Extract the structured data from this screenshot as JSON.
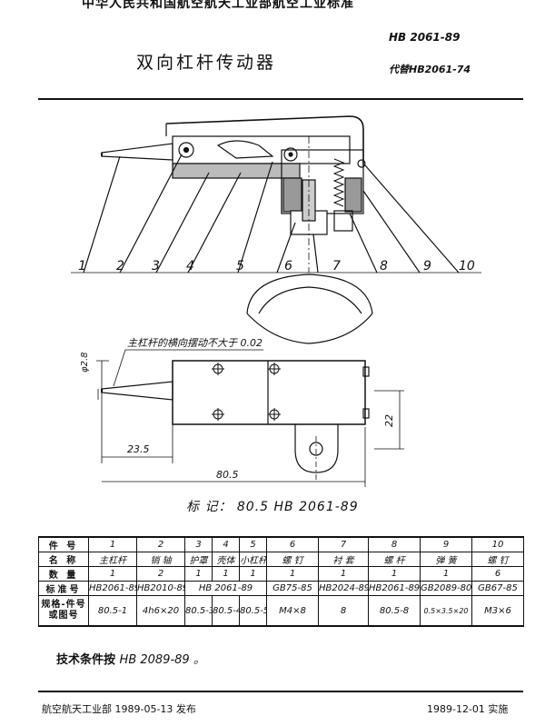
{
  "header": {
    "top": "中华人民共和国航空航天工业部航空工业标准",
    "title": "双向杠杆传动器",
    "standard_no": "HB 2061-89",
    "replaces": "代替HB2061-74"
  },
  "drawing": {
    "callouts": [
      "1",
      "2",
      "3",
      "4",
      "5",
      "6",
      "7",
      "8",
      "9",
      "10"
    ],
    "note": "主杠杆的横向摆动不大于 0.02",
    "dim_diameter": "φ2.8",
    "dim_235": "23.5",
    "dim_805": "80.5",
    "dim_22": "22"
  },
  "marking": "标 记：  80.5   HB 2061-89",
  "table": {
    "headers": {
      "part_no": "件 号",
      "name": "名 称",
      "qty": "数 量",
      "std": "标准号",
      "spec": "规格-件号或图号"
    },
    "cols": [
      {
        "no": "1",
        "name": "主杠杆",
        "qty": "1",
        "std": "HB2061-89",
        "spec": "80.5-1"
      },
      {
        "no": "2",
        "name": "销 轴",
        "qty": "2",
        "std": "HB2010-89",
        "spec": "4h6×20"
      },
      {
        "no": "3",
        "name": "护罩",
        "qty": "1",
        "std": "",
        "spec": "80.5-3"
      },
      {
        "no": "4",
        "name": "壳体",
        "qty": "1",
        "std": "",
        "spec": "80.5-4"
      },
      {
        "no": "5",
        "name": "小杠杆",
        "qty": "1",
        "std": "",
        "spec": "80.5-5"
      },
      {
        "no": "6",
        "name": "螺 钉",
        "qty": "1",
        "std": "GB75-85",
        "spec": "M4×8"
      },
      {
        "no": "7",
        "name": "衬 套",
        "qty": "1",
        "std": "HB2024-89",
        "spec": "8"
      },
      {
        "no": "8",
        "name": "螺 杆",
        "qty": "1",
        "std": "HB2061-89",
        "spec": "80.5-8"
      },
      {
        "no": "9",
        "name": "弹 簧",
        "qty": "1",
        "std": "GB2089-80",
        "spec": "0.5×3.5×20"
      },
      {
        "no": "10",
        "name": "螺 钉",
        "qty": "6",
        "std": "GB67-85",
        "spec": "M3×6"
      }
    ],
    "std_merged_345": "HB 2061-89"
  },
  "tech_req": {
    "label": "技术条件按",
    "value": "HB 2089-89 。"
  },
  "footer": {
    "issuer": "航空航天工业部 1989-05-13 发布",
    "effective": "1989-12-01 实施"
  }
}
